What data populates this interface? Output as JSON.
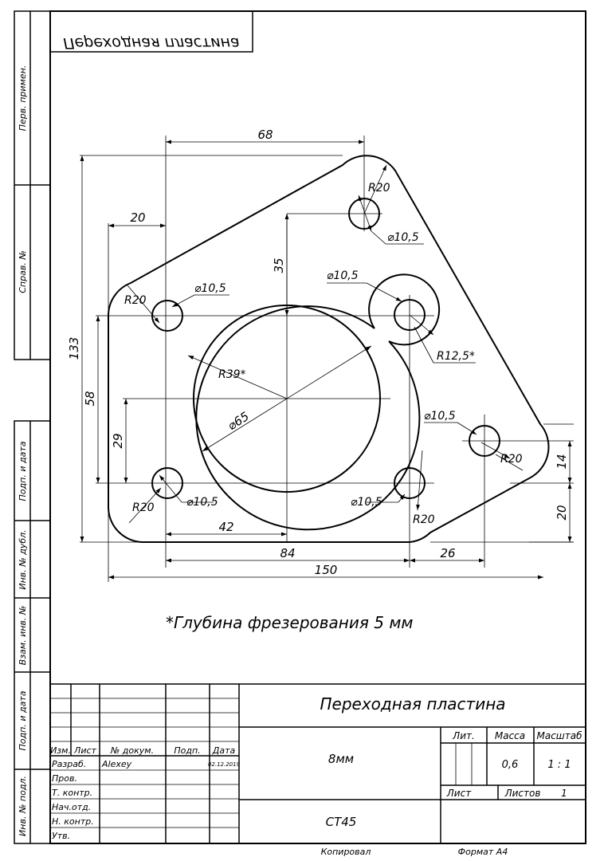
{
  "top_title_mirrored": "Переходная пластина",
  "side_labels": {
    "perv_primen": "Перв. примен.",
    "sprav_no": "Справ. №",
    "podp_data_1": "Подп. и дата",
    "inv_dubl": "Инв. № дубл.",
    "vzam_inv": "Взам. инв. №",
    "podp_data_2": "Подп. и дата",
    "inv_podl": "Инв. № подл."
  },
  "dimensions": {
    "d68": "68",
    "d20_top": "20",
    "d35": "35",
    "d133": "133",
    "d58": "58",
    "d29": "29",
    "d42": "42",
    "d84": "84",
    "d26": "26",
    "d150": "150",
    "d14": "14",
    "d20_right": "20",
    "r20_top": "R20",
    "r20_left_top": "R20",
    "r20_left_bottom": "R20",
    "r20_bottom": "R20",
    "r20_right": "R20",
    "r39": "R39*",
    "r12_5": "R12,5*",
    "d65": "⌀65",
    "h10_5_top": "⌀10,5",
    "h10_5_mid": "⌀10,5",
    "h10_5_left": "⌀10,5",
    "h10_5_right": "⌀10,5",
    "h10_5_bl": "⌀10,5",
    "h10_5_br": "⌀10,5"
  },
  "note": "*Глубина фрезерования 5 мм",
  "title_block": {
    "name": "Переходная пластина",
    "material_thickness": "8мм",
    "material": "СТ45",
    "headers": {
      "izm": "Изм.",
      "list": "Лист",
      "doc_no": "№ докум.",
      "podp": "Подп.",
      "data": "Дата",
      "lit": "Лит.",
      "massa": "Масса",
      "masshtab": "Масштаб"
    },
    "roles": {
      "razrab": "Разраб.",
      "prov": "Пров.",
      "t_kontr": "Т. контр.",
      "nach_otd": "Нач.отд.",
      "n_kontr": "Н. контр.",
      "utv": "Утв."
    },
    "developer": "Alexey",
    "date": "02.12.2019",
    "mass_value": "0,6",
    "scale_value": "1 : 1",
    "sheet_label": "Лист",
    "sheets_label": "Листов",
    "sheets_count": "1"
  },
  "footer": {
    "kopiroval": "Копировал",
    "format": "Формат А4"
  }
}
